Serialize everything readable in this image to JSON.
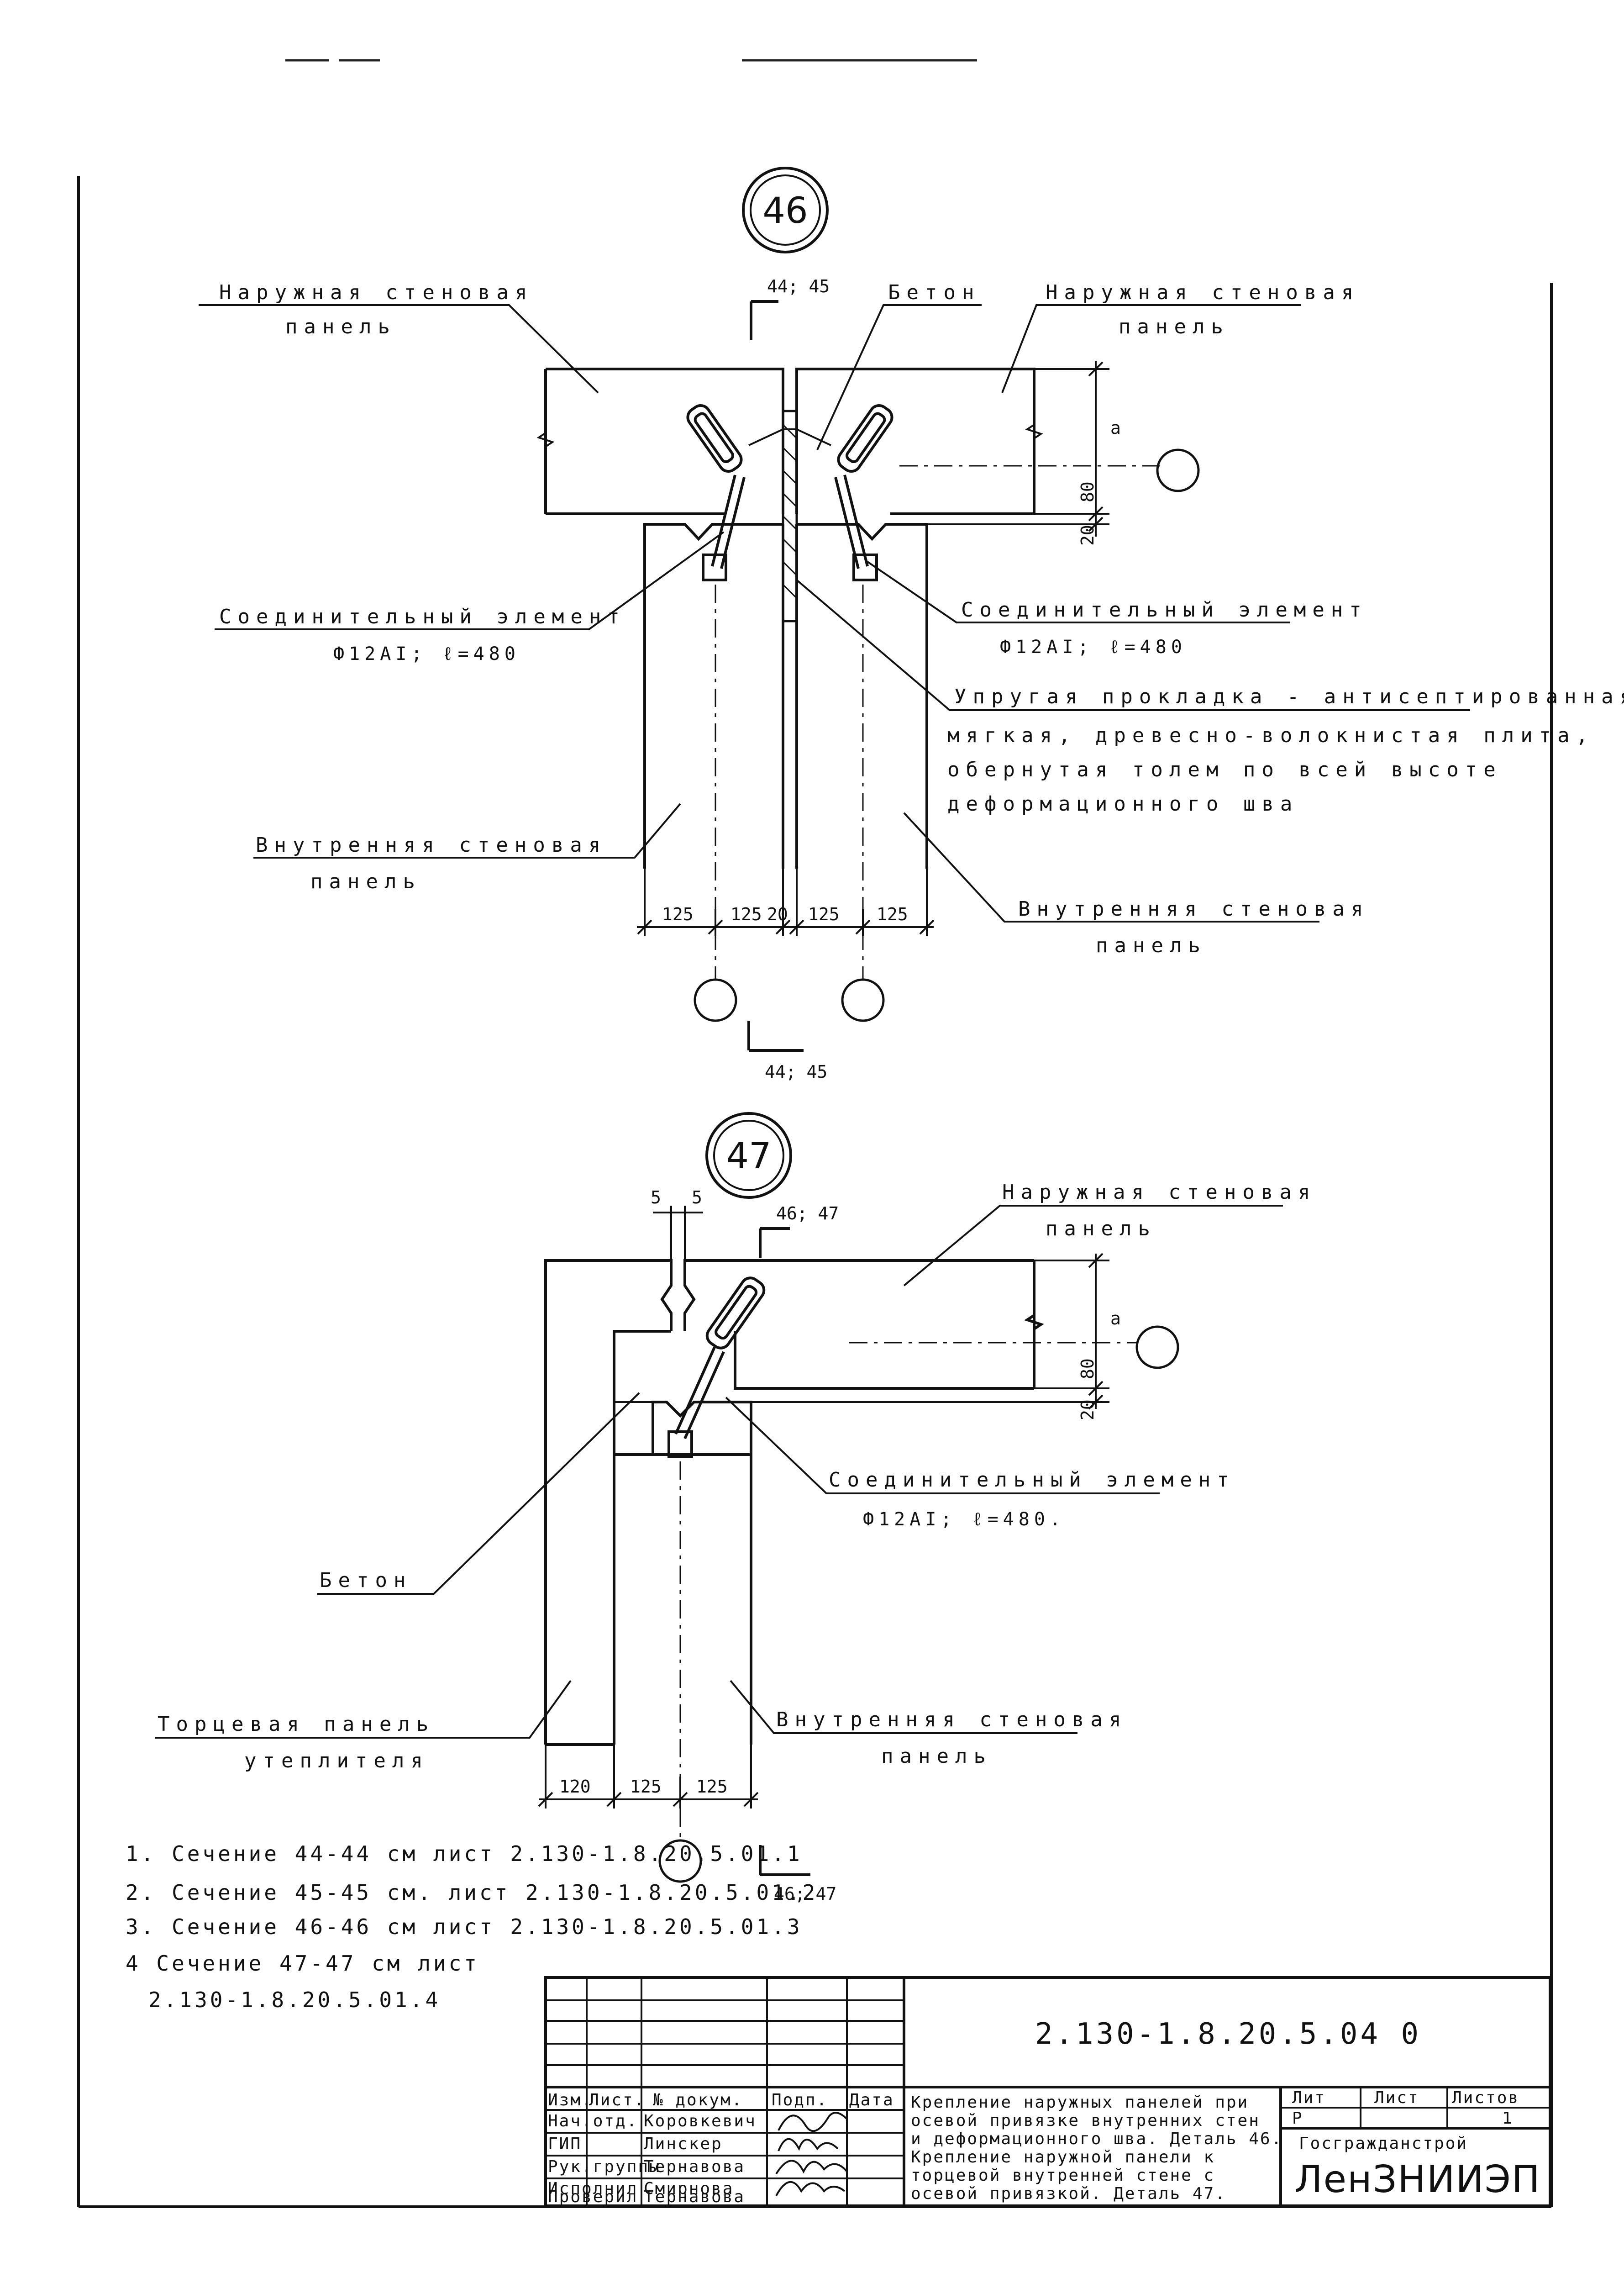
{
  "detail46": {
    "number": "46",
    "section_top": "44; 45",
    "section_bottom": "44; 45",
    "outer_panel_left": [
      "Наружная стеновая",
      "панель"
    ],
    "outer_panel_right": [
      "Наружная стеновая",
      "панель"
    ],
    "beton": "Бетон",
    "connector_left": [
      "Соединительный элемент",
      "Ф12AI; ℓ=480"
    ],
    "connector_right": [
      "Соединительный элемент",
      "Ф12AI; ℓ=480"
    ],
    "gasket": [
      "Упругая прокладка - антисептированная",
      "мягкая, древесно-волокнистая плита,",
      "обернутая толем по всей высоте",
      "деформационного шва"
    ],
    "inner_panel_left": [
      "Внутренняя стеновая",
      "панель"
    ],
    "inner_panel_right": [
      "Внутренняя стеновая",
      "панель"
    ],
    "dims_bottom": [
      "125",
      "125",
      "20",
      "125",
      "125"
    ],
    "dims_right": [
      "a",
      "80",
      "20"
    ]
  },
  "detail47": {
    "number": "47",
    "section_top": "46; 47",
    "section_bottom": "46; 47",
    "gap_dims": [
      "5",
      "5"
    ],
    "outer_panel": [
      "Наружная стеновая",
      "панель"
    ],
    "connector": [
      "Соединительный элемент",
      "Ф12AI; ℓ=480."
    ],
    "beton": "Бетон",
    "end_panel": [
      "Торцевая панель",
      "утеплителя"
    ],
    "inner_panel": [
      "Внутренняя стеновая",
      "панель"
    ],
    "dims_bottom": [
      "120",
      "125",
      "125"
    ],
    "dims_right": [
      "a",
      "80",
      "20"
    ]
  },
  "notes": [
    "1. Сечение 44-44 см лист 2.130-1.8.20.5.01.1",
    "2. Сечение 45-45 см. лист 2.130-1.8.20.5.01.2",
    "3. Сечение 46-46 см лист 2.130-1.8.20.5.01.3",
    "4 Сечение 47-47 см лист",
    "2.130-1.8.20.5.01.4"
  ],
  "title_block": {
    "designation": "2.130-1.8.20.5.04 0",
    "headers": [
      "Изм.",
      "Лист.",
      "№ докум.",
      "Подп.",
      "Дата"
    ],
    "roles": [
      {
        "role": "Нач.отд.",
        "name": "Коровкевич"
      },
      {
        "role": "ГИП",
        "name": "Линскер"
      },
      {
        "role": "Рук.группы",
        "name": "Тернавова"
      },
      {
        "role": "Исполнил",
        "name": "Смирнова"
      },
      {
        "role": "Проверил",
        "name": "Тернавова"
      }
    ],
    "description": [
      "Крепление наружных панелей при",
      "осевой привязке внутренних стен",
      "и деформационного шва. Деталь 46.",
      "Крепление наружной панели к",
      "торцевой внутренней стене с",
      "осевой привязкой. Деталь 47."
    ],
    "stage_headers": [
      "Лит",
      "Лист",
      "Листов"
    ],
    "stage_values": [
      "Р",
      "",
      "1"
    ],
    "org_top": "Госгражданстрой",
    "org_name": "ЛенЗНИИЭП"
  }
}
